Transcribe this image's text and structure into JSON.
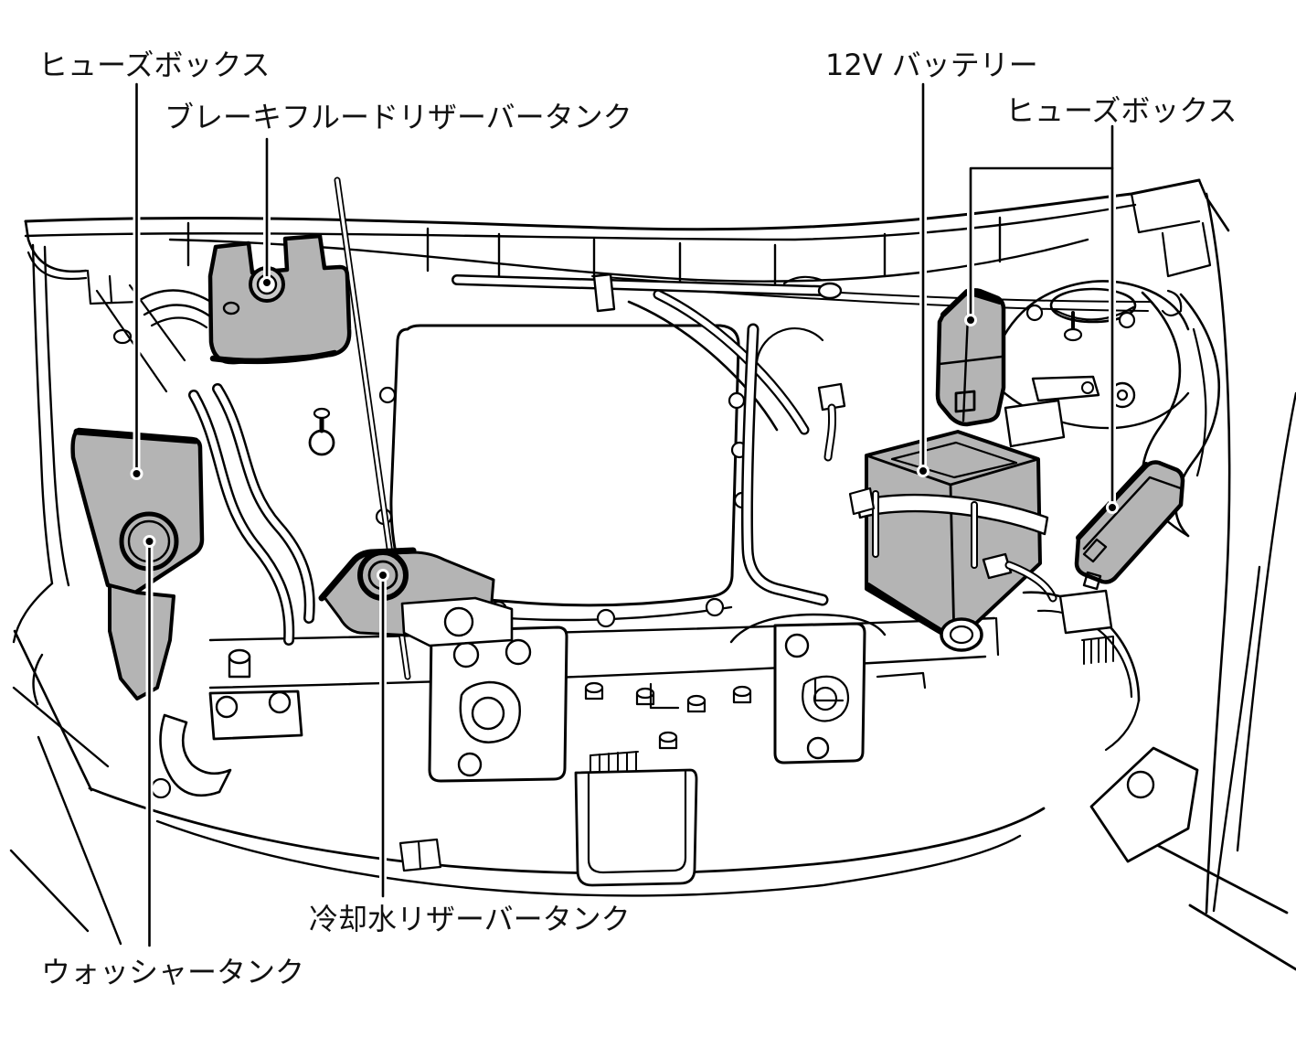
{
  "diagram": {
    "title": "engine-compartment-component-location-diagram",
    "background_color": "#ffffff",
    "line_color": "#000000",
    "component_fill_color": "#b4b4b4",
    "labels": [
      {
        "id": "fuse-box-left",
        "text": "ヒューズボックス"
      },
      {
        "id": "brake-fluid-reservoir",
        "text": "ブレーキフルードリザーバータンク"
      },
      {
        "id": "battery-12v",
        "text": "12V バッテリー"
      },
      {
        "id": "fuse-box-right",
        "text": "ヒューズボックス"
      },
      {
        "id": "coolant-reservoir",
        "text": "冷却水リザーバータンク"
      },
      {
        "id": "washer-tank",
        "text": "ウォッシャータンク"
      }
    ]
  }
}
